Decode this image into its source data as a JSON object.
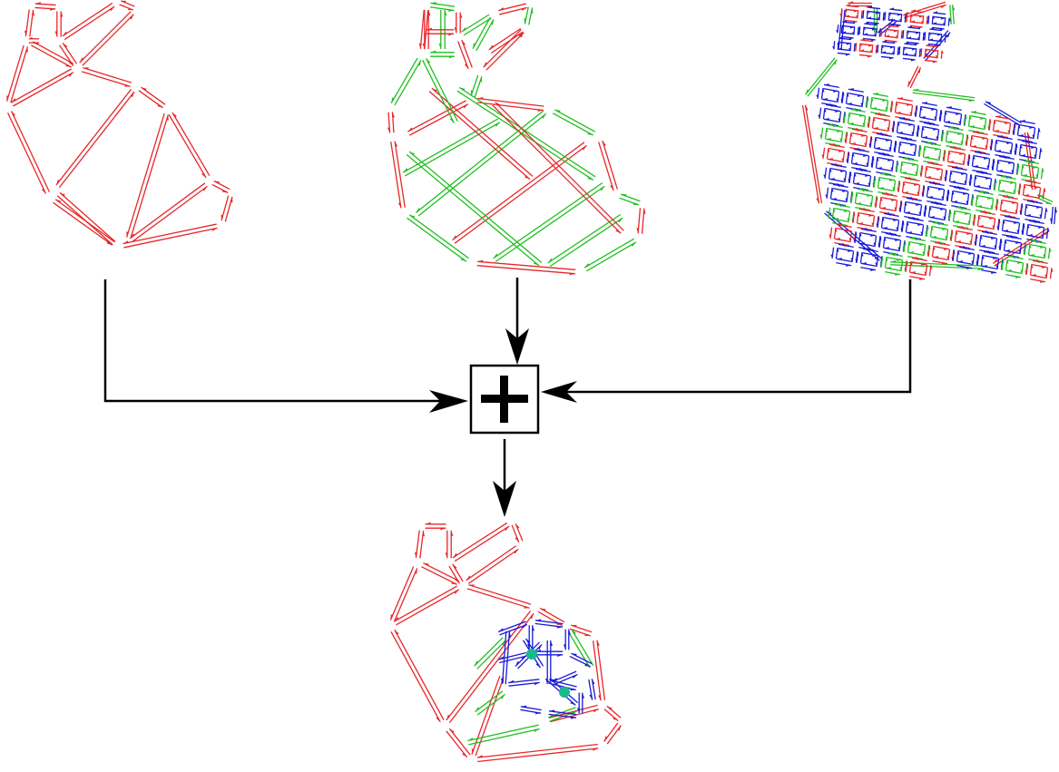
{
  "diagram": {
    "colors": {
      "level1": "#e8262a",
      "level2": "#1fbf1f",
      "level3": "#1a1ad8",
      "vertex": "#1ab98a",
      "connector": "#000000",
      "background": "#ffffff"
    },
    "meshes": [
      {
        "role": "coarse-mesh-level1",
        "levels": [
          "level1"
        ]
      },
      {
        "role": "medium-mesh-level2",
        "levels": [
          "level1",
          "level2"
        ]
      },
      {
        "role": "fine-mesh-level3",
        "levels": [
          "level1",
          "level2",
          "level3"
        ]
      },
      {
        "role": "combined-adaptive-mesh",
        "levels": [
          "level1",
          "level2",
          "level3"
        ]
      }
    ],
    "operator": {
      "symbol": "+",
      "meaning": "combine"
    },
    "highlighted_vertices": 2
  }
}
